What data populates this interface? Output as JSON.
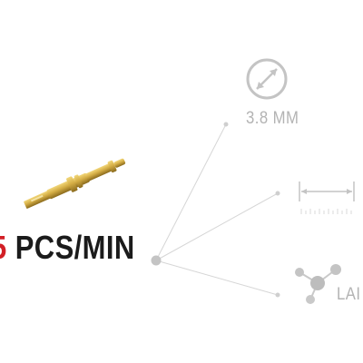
{
  "production_rate": {
    "value": "5",
    "unit": "PCS/MIN"
  },
  "specs": {
    "diameter": "3.8 MM",
    "last_label": "LAI"
  },
  "icons": {
    "product": "brass-pin-image",
    "diameter": "diameter-icon",
    "length": "length-ruler-icon",
    "network": "molecule-network-icon"
  },
  "colors": {
    "accent_red": "#d21f26",
    "text_dark": "#1b1b1b",
    "muted_gray": "#b3b3b3",
    "line_gray": "#d0d0d0",
    "brass": "#c9a23a"
  }
}
